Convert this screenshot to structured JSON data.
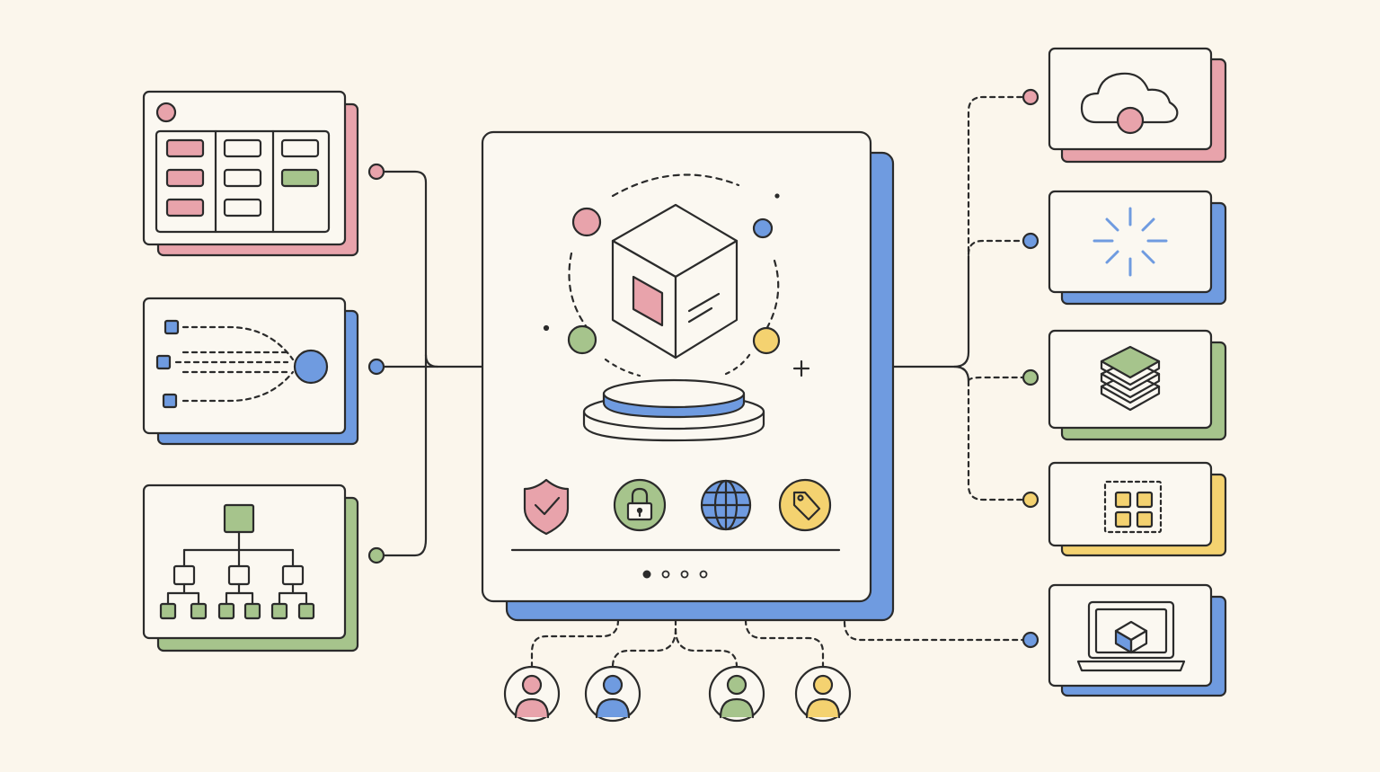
{
  "colors": {
    "background": "#fbf6ec",
    "ink": "#2b2b2b",
    "card": "#fbf8f1",
    "pink": "#e8a3ab",
    "blue": "#6f9be0",
    "green": "#a6c48c",
    "yellow": "#f4d270"
  },
  "left_panels": [
    {
      "name": "kanban-board-panel",
      "accent": "pink",
      "icon": "kanban-board-icon"
    },
    {
      "name": "data-flow-panel",
      "accent": "blue",
      "icon": "converging-flow-icon"
    },
    {
      "name": "org-hierarchy-panel",
      "accent": "green",
      "icon": "hierarchy-tree-icon"
    }
  ],
  "center_panel": {
    "name": "central-product-card",
    "hero_icon": "cube-on-pedestal-icon",
    "feature_icons": [
      "shield-check-icon",
      "padlock-icon",
      "globe-icon",
      "price-tag-icon"
    ],
    "pagination": {
      "total": 4,
      "active": 1
    }
  },
  "right_panels": [
    {
      "name": "cloud-panel",
      "accent": "pink",
      "icon": "cloud-icon"
    },
    {
      "name": "spark-panel",
      "accent": "blue",
      "icon": "spark-burst-icon"
    },
    {
      "name": "layers-panel",
      "accent": "green",
      "icon": "stacked-layers-icon"
    },
    {
      "name": "grid-apps-panel",
      "accent": "yellow",
      "icon": "app-grid-icon"
    },
    {
      "name": "laptop-panel",
      "accent": "blue",
      "icon": "laptop-cube-icon"
    }
  ],
  "users": [
    {
      "name": "user-avatar-pink",
      "accent": "pink",
      "icon": "user-icon"
    },
    {
      "name": "user-avatar-blue",
      "accent": "blue",
      "icon": "user-icon"
    },
    {
      "name": "user-avatar-green",
      "accent": "green",
      "icon": "user-icon"
    },
    {
      "name": "user-avatar-yellow",
      "accent": "yellow",
      "icon": "user-icon"
    }
  ]
}
